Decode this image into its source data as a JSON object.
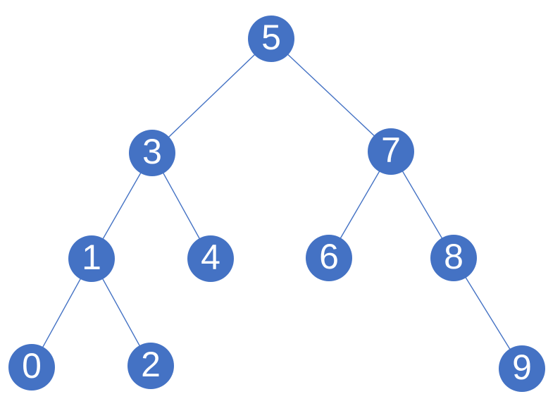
{
  "diagram": {
    "type": "binary-tree",
    "background_color": "#ffffff",
    "node_fill_color": "#4472C4",
    "node_text_color": "#ffffff",
    "edge_color": "#4472C4",
    "root": "5",
    "nodes": {
      "n5": {
        "label": "5"
      },
      "n3": {
        "label": "3"
      },
      "n7": {
        "label": "7"
      },
      "n1": {
        "label": "1"
      },
      "n4": {
        "label": "4"
      },
      "n6": {
        "label": "6"
      },
      "n8": {
        "label": "8"
      },
      "n0": {
        "label": "0"
      },
      "n2": {
        "label": "2"
      },
      "n9": {
        "label": "9"
      }
    },
    "edges": [
      {
        "from": "5",
        "to": "3"
      },
      {
        "from": "5",
        "to": "7"
      },
      {
        "from": "3",
        "to": "1"
      },
      {
        "from": "3",
        "to": "4"
      },
      {
        "from": "7",
        "to": "6"
      },
      {
        "from": "7",
        "to": "8"
      },
      {
        "from": "1",
        "to": "0"
      },
      {
        "from": "1",
        "to": "2"
      },
      {
        "from": "8",
        "to": "9"
      }
    ]
  }
}
